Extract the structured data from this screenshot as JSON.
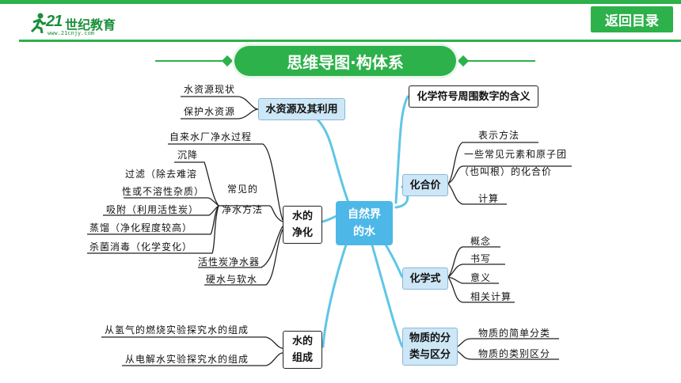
{
  "header": {
    "logo_text_num": "21",
    "logo_text_cn": "世纪教育",
    "logo_url_text": "www.21cnjy.com",
    "back_button_label": "返回目录"
  },
  "banner": {
    "title": "思维导图·构体系"
  },
  "colors": {
    "brand_green": "#2db14a",
    "node_blue": "#cde7f7",
    "center_blue": "#4db8e8",
    "branch_cyan": "#5fc6e6"
  },
  "mindmap": {
    "center": {
      "label_1": "自然界",
      "label_2": "的水"
    },
    "left": {
      "water_resources": {
        "label": "水资源及其利用",
        "children": [
          "水资源现状",
          "保护水资源"
        ]
      },
      "purification": {
        "label_1": "水的",
        "label_2": "净化",
        "child_top": "自来水厂净水过程",
        "methods_label_1": "常见的",
        "methods_label_2": "净水方法",
        "methods": [
          "沉降",
          "过滤（除去难溶",
          "性或不溶性杂质）",
          "吸附（利用活性炭）",
          "蒸馏（净化程度较高）",
          "杀菌消毒（化学变化）"
        ],
        "child_mid": "活性炭净水器",
        "child_bottom": "硬水与软水"
      },
      "composition": {
        "label_1": "水的",
        "label_2": "组成",
        "children": [
          "从氢气的燃烧实验探究水的组成",
          "从电解水实验探究水的组成"
        ]
      }
    },
    "right": {
      "symbols": {
        "label": "化学符号周围数字的含义"
      },
      "valence": {
        "label": "化合价",
        "children": [
          "表示方法",
          "一些常见元素和原子团",
          "（也叫根）的化合价",
          "计算"
        ]
      },
      "formula": {
        "label": "化学式",
        "children": [
          "概念",
          "书写",
          "意义",
          "相关计算"
        ]
      },
      "classification": {
        "label_1": "物质的分",
        "label_2": "类与区分",
        "children": [
          "物质的简单分类",
          "物质的类别区分"
        ]
      }
    }
  }
}
